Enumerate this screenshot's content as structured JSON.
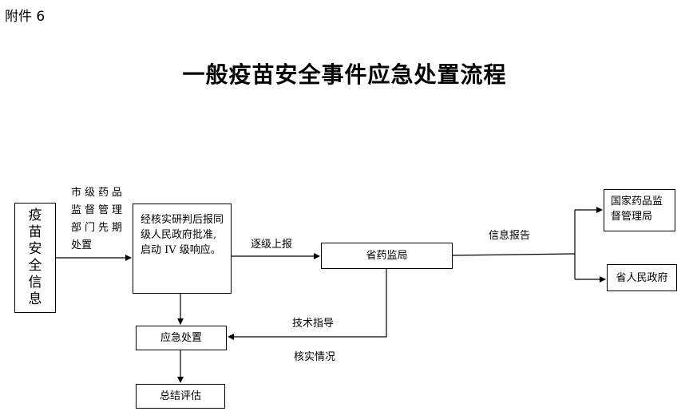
{
  "attachment_label": "附件 6",
  "title": "一般疫苗安全事件应急处置流程",
  "nodes": {
    "vaccine_safety_info": "疫苗安全信息",
    "verify_report": "经核实研判后报同级人民政府批准,启动 IV 级响应。",
    "provincial_drug_admin": "省药监局",
    "national_drug_admin": "国家药品监督管理局",
    "provincial_government": "省人民政府",
    "emergency_response": "应急处置",
    "summary_evaluation": "总结评估"
  },
  "edge_labels": {
    "city_dept_first_response": "市级药品监督管理部门先期处置",
    "escalate_report": "逐级上报",
    "info_report": "信息报告",
    "technical_guidance": "技术指导",
    "verify_situation": "核实情况"
  }
}
